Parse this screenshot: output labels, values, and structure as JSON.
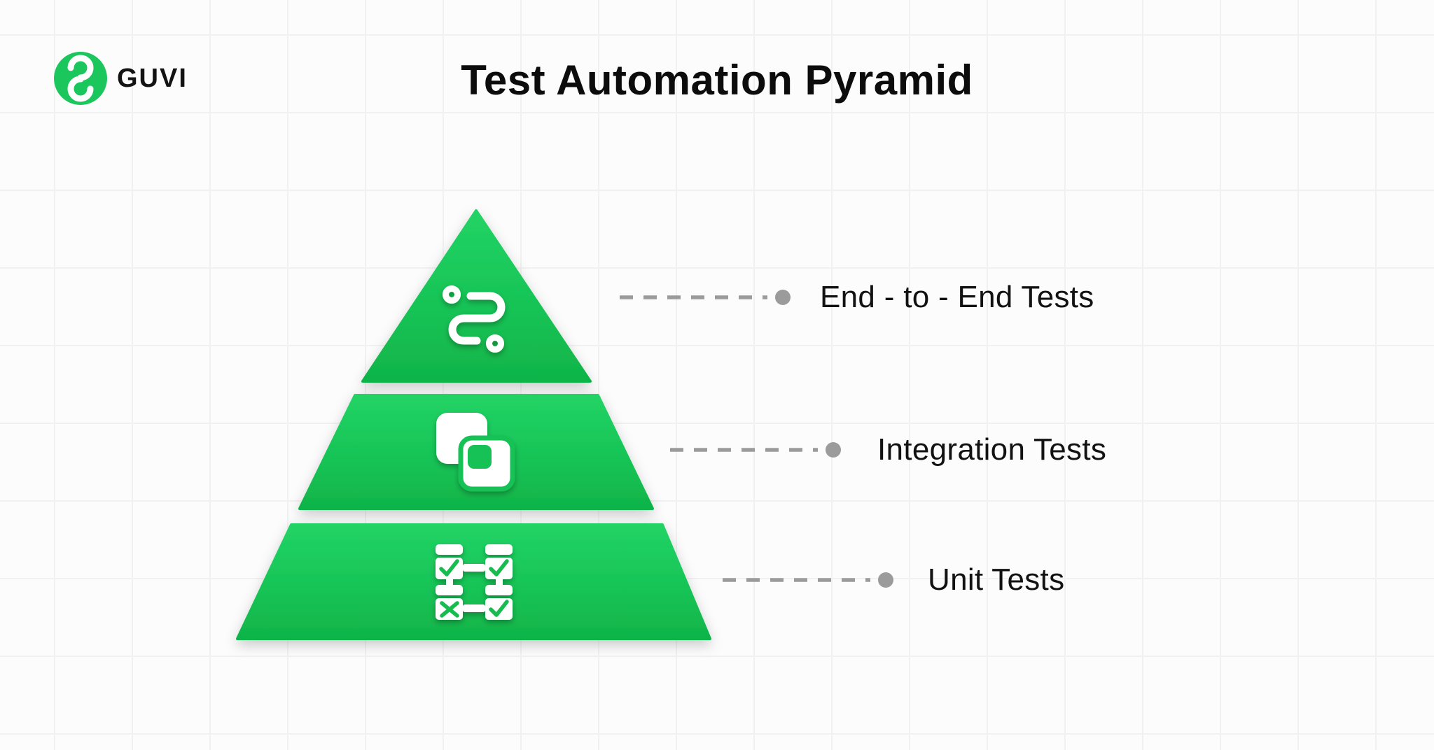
{
  "brand": {
    "name": "GUVI",
    "logo": "guvi-g-monogram",
    "logo_color": "#1BC75C"
  },
  "title": "Test Automation Pyramid",
  "pyramid": {
    "type": "pyramid-diagram",
    "level_count": 3,
    "levels": [
      {
        "rank": 1,
        "position": "top",
        "label": "End - to - End Tests",
        "icon": "route-icon"
      },
      {
        "rank": 2,
        "position": "middle",
        "label": "Integration Tests",
        "icon": "integration-squares-icon"
      },
      {
        "rank": 3,
        "position": "bottom",
        "label": "Unit Tests",
        "icon": "unit-checklist-icon"
      }
    ]
  },
  "colors": {
    "pyramid_green_top": "#1FD160",
    "pyramid_green_mid": "#16C254",
    "pyramid_green_bottom": "#10B449",
    "icon_white": "#FFFFFF",
    "connector_gray": "#9B9B9B",
    "label_text": "#121212",
    "title_text": "#0C0C0C",
    "background": "#FCFCFC",
    "grid_line": "#F1F1F1"
  }
}
